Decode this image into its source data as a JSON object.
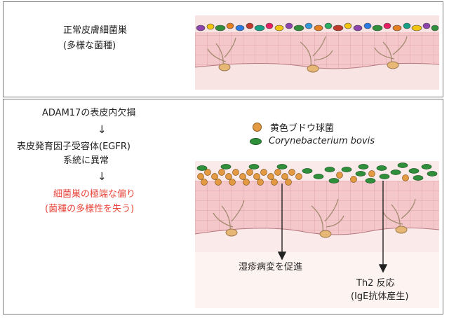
{
  "top_panel": {
    "line1": "正常皮膚細菌巣",
    "line2": "(多様な菌種)"
  },
  "bottom_panel": {
    "step1": "ADAM17の表皮内欠損",
    "step2a": "表皮発育因子受容体(EGFR)",
    "step2b": "系統に異常",
    "step3a": "細菌巣の極端な偏り",
    "step3b": "(菌種の多様性を失う)",
    "arrow_glyph": "↓",
    "legend_staph": "黄色ブドウ球菌",
    "legend_coryne": "Corynebacterium bovis",
    "outcome1": "湿疹病変を促進",
    "outcome2a": "Th2 反応",
    "outcome2b": "(IgE抗体産生)"
  },
  "colors": {
    "staph_orange": "#e39a42",
    "coryne_green": "#2f8f3a",
    "skin_pink": "#f4c7cb",
    "highlight_red": "#e8443a"
  }
}
